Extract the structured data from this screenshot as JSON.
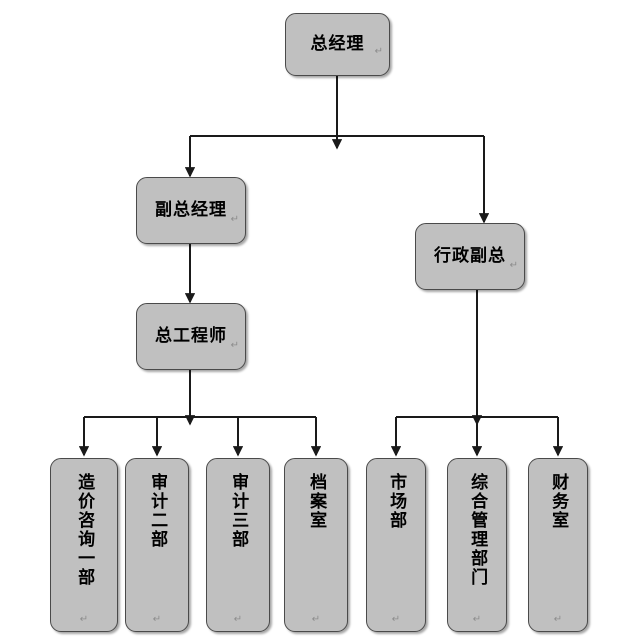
{
  "chart_data": {
    "type": "diagram",
    "diagram_kind": "organization-chart",
    "title": "",
    "orientation": "top-down",
    "colors": {
      "node_fill": "#c0c0c0",
      "node_border": "#4a4a4a",
      "connector": "#1a1a1a",
      "background": "#ffffff",
      "paragraph_mark": "#8c8c8c"
    },
    "levels": [
      {
        "level": 1,
        "nodes": [
          "总经理"
        ]
      },
      {
        "level": 2,
        "nodes": [
          "副总经理",
          "行政副总"
        ]
      },
      {
        "level": 3,
        "nodes": [
          "总工程师"
        ]
      },
      {
        "level": 4,
        "nodes": [
          "造价咨询一部",
          "审计二部",
          "审计三部",
          "档案室",
          "市场部",
          "综合管理部门",
          "财务室"
        ]
      }
    ],
    "edges": [
      {
        "from": "总经理",
        "to": "副总经理"
      },
      {
        "from": "总经理",
        "to": "行政副总"
      },
      {
        "from": "副总经理",
        "to": "总工程师"
      },
      {
        "from": "总工程师",
        "to": "造价咨询一部"
      },
      {
        "from": "总工程师",
        "to": "审计二部"
      },
      {
        "from": "总工程师",
        "to": "审计三部"
      },
      {
        "from": "总工程师",
        "to": "档案室"
      },
      {
        "from": "行政副总",
        "to": "市场部"
      },
      {
        "from": "行政副总",
        "to": "综合管理部门"
      },
      {
        "from": "行政副总",
        "to": "财务室"
      }
    ]
  },
  "nodes": {
    "general_manager": {
      "label": "总经理",
      "mark": "↵"
    },
    "deputy_general_manager": {
      "label": "副总经理",
      "mark": "↵"
    },
    "administrative_vice_president": {
      "label": "行政副总",
      "mark": "↵"
    },
    "chief_engineer": {
      "label": "总工程师",
      "mark": "↵"
    },
    "cost_consulting_dept_1": {
      "label": "造价咨询一部",
      "mark": "↵"
    },
    "audit_dept_2": {
      "label": "审计二部",
      "mark": "↵"
    },
    "audit_dept_3": {
      "label": "审计三部",
      "mark": "↵"
    },
    "archives_office": {
      "label": "档案室",
      "mark": "↵"
    },
    "marketing_dept": {
      "label": "市场部",
      "mark": "↵"
    },
    "general_management_dept": {
      "label": "综合管理部门",
      "mark": "↵"
    },
    "finance_office": {
      "label": "财务室",
      "mark": "↵"
    }
  }
}
